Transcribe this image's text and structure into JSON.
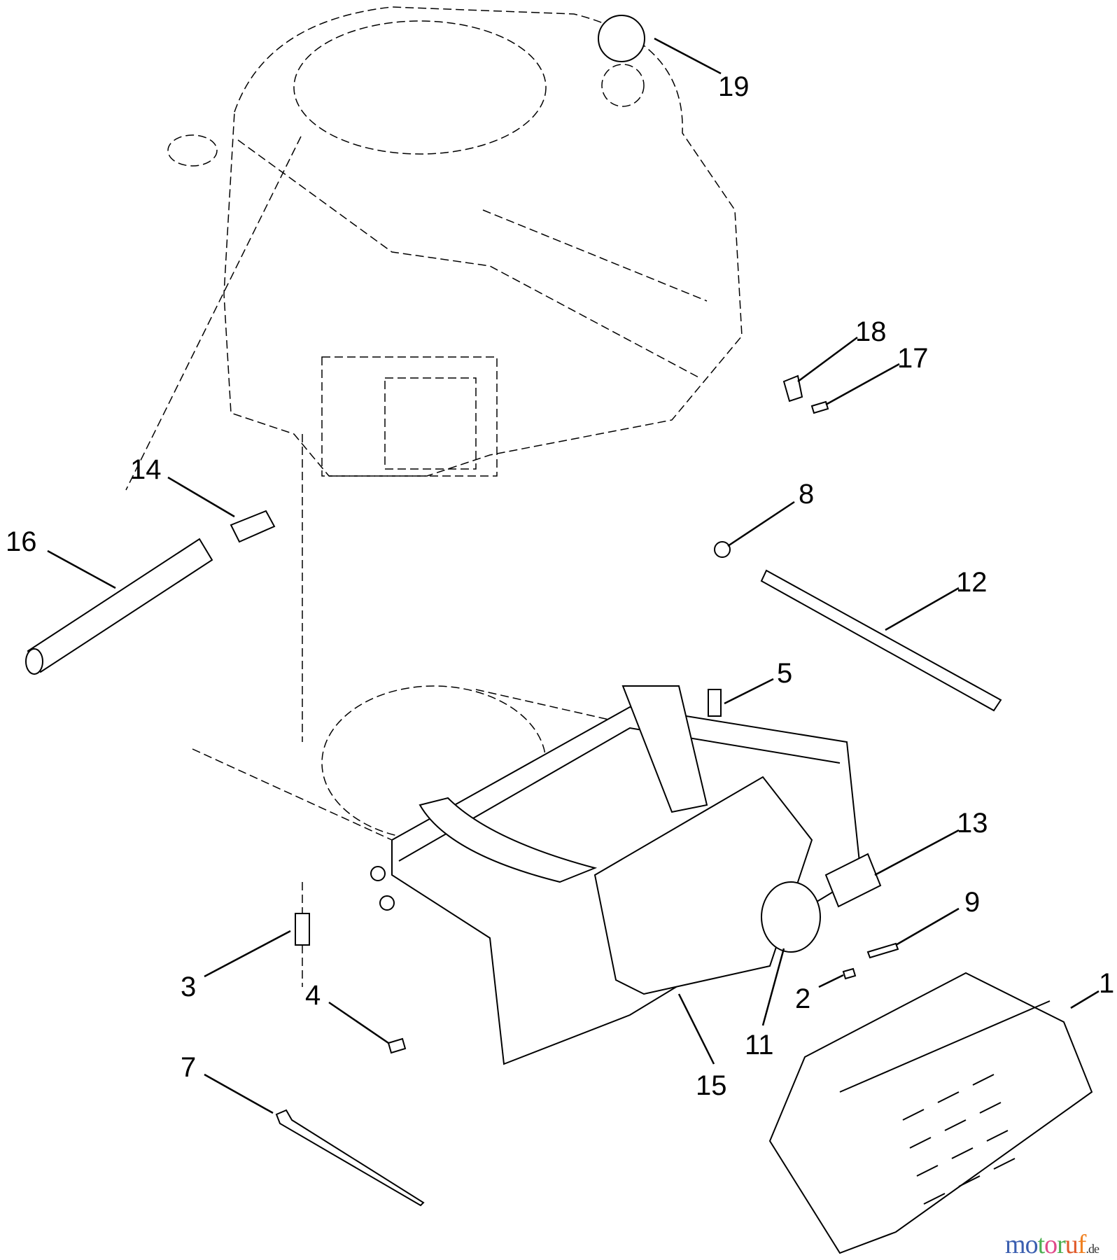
{
  "diagram": {
    "callouts": [
      "1",
      "2",
      "3",
      "4",
      "5",
      "7",
      "8",
      "9",
      "11",
      "12",
      "13",
      "14",
      "15",
      "16",
      "17",
      "18",
      "19"
    ]
  },
  "watermark": {
    "text": "motoruf",
    "tld": ".de",
    "letter_colors": [
      "#3b5fb0",
      "#3b5fb0",
      "#4caf50",
      "#e04a8a",
      "#4caf50",
      "#e05a2a",
      "#f08020",
      "#f0c020"
    ]
  }
}
